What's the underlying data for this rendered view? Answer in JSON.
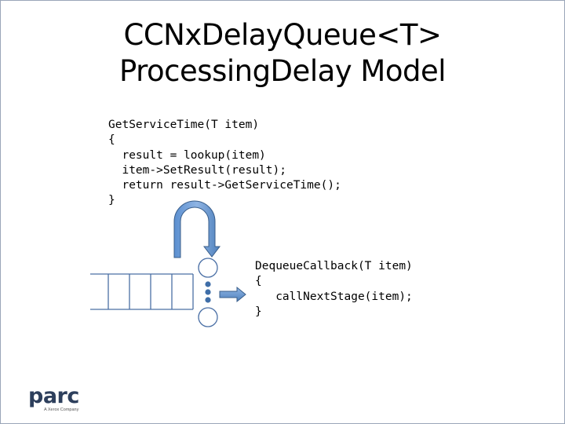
{
  "slide": {
    "title_line1": "CCNxDelayQueue<T>",
    "title_line2": "ProcessingDelay Model",
    "code_service_time": [
      "GetServiceTime(T item)",
      "{",
      "  result = lookup(item)",
      "  item->SetResult(result);",
      "  return result->GetServiceTime();",
      "}"
    ],
    "code_dequeue_callback": [
      "DequeueCallback(T item)",
      "{",
      "   callNextStage(item);",
      "}"
    ]
  },
  "diagram": {
    "queue_slots": 5,
    "arrow_color": "#4f81bd",
    "arrow_outline": "#385d8a",
    "queue_stroke": "#4a6fa5",
    "server_dots": 3
  },
  "logo": {
    "name": "parc",
    "tagline": "A Xerox Company",
    "color": "#2d3f5c"
  }
}
